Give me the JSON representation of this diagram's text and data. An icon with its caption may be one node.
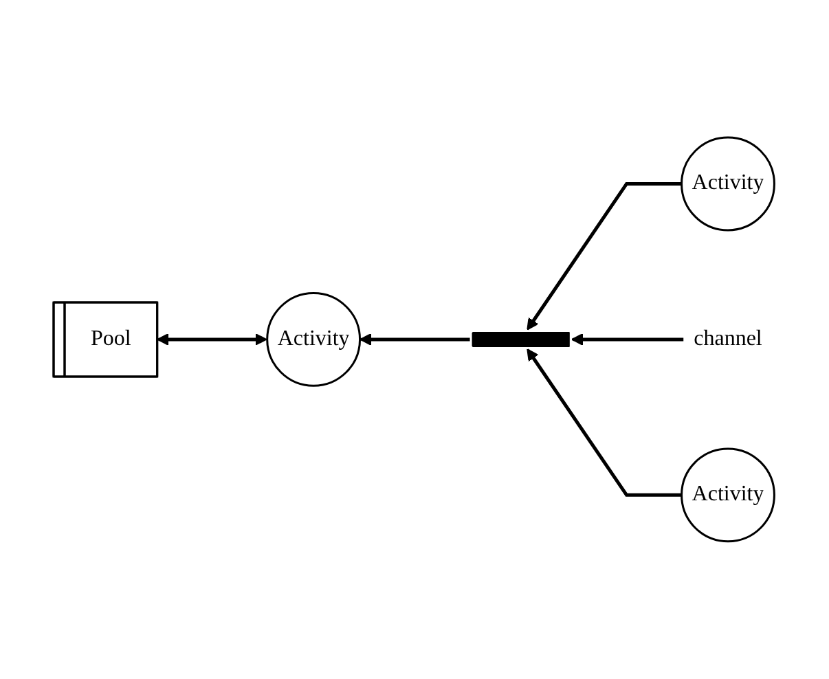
{
  "diagram": {
    "nodes": [
      {
        "text": [
          "Activity"
        ]
      },
      {
        "text": [
          "channel"
        ]
      },
      {
        "text": [],
        "shape": "bar"
      },
      {
        "text": [
          "Activity"
        ]
      },
      {
        "text": [
          "Activity"
        ]
      },
      {
        "text": [
          "Pool"
        ]
      }
    ],
    "edges": [
      {
        "from": 0,
        "to": 2,
        "arrow": "to"
      },
      {
        "from": 1,
        "to": 2,
        "arrow": "to"
      },
      {
        "from": 2,
        "to": 3,
        "arrow": "to"
      },
      {
        "from": 4,
        "to": 2,
        "arrow": "to"
      },
      {
        "from": 3,
        "to": 5,
        "arrow": "both"
      }
    ]
  }
}
